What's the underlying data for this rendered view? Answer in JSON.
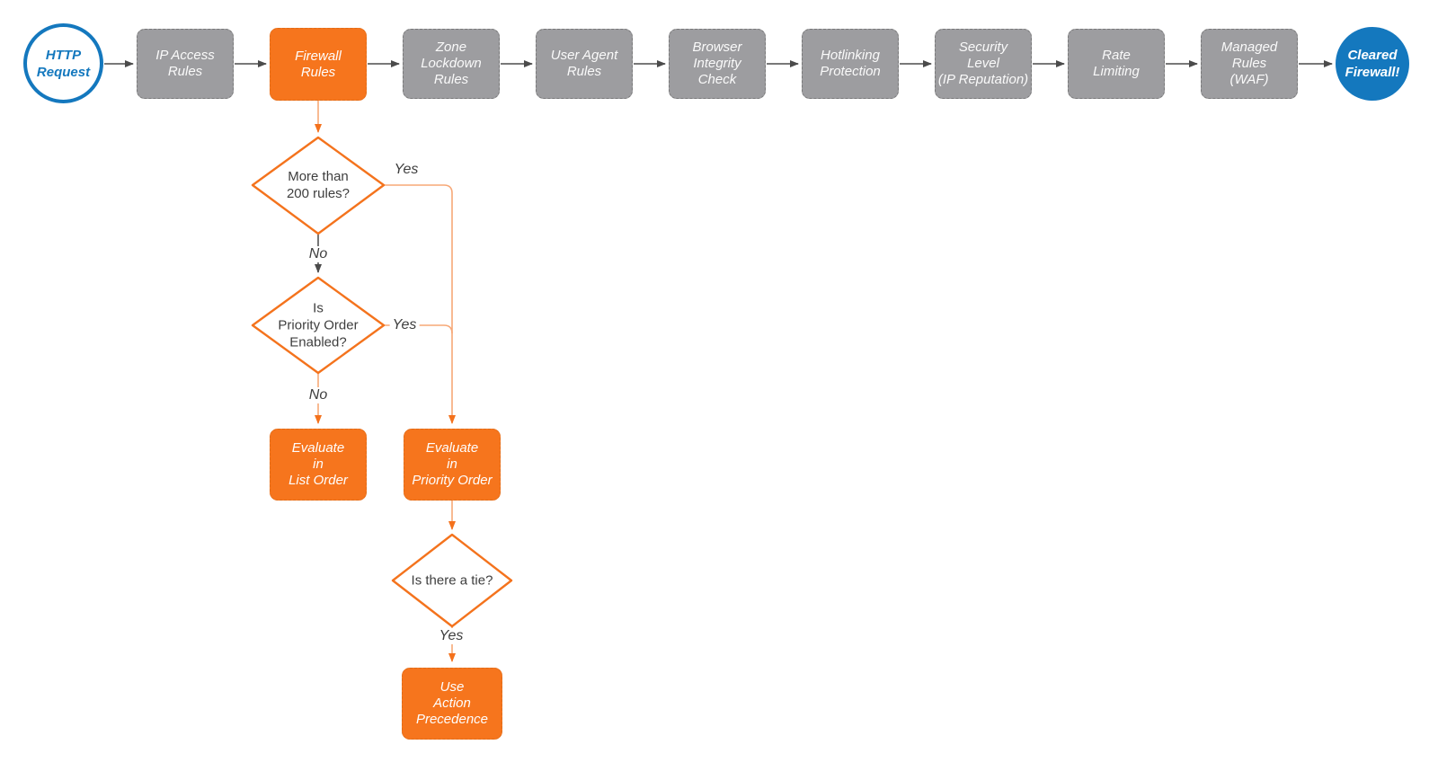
{
  "diagram": {
    "start": {
      "label": "HTTP\nRequest"
    },
    "end": {
      "label": "Cleared\nFirewall!"
    },
    "pipeline": [
      {
        "id": "ip-access-rules",
        "label": "IP Access\nRules",
        "highlighted": false
      },
      {
        "id": "firewall-rules",
        "label": "Firewall\nRules",
        "highlighted": true
      },
      {
        "id": "zone-lockdown-rules",
        "label": "Zone\nLockdown\nRules",
        "highlighted": false
      },
      {
        "id": "user-agent-rules",
        "label": "User Agent\nRules",
        "highlighted": false
      },
      {
        "id": "browser-integrity-check",
        "label": "Browser\nIntegrity\nCheck",
        "highlighted": false
      },
      {
        "id": "hotlinking-protection",
        "label": "Hotlinking\nProtection",
        "highlighted": false
      },
      {
        "id": "security-level",
        "label": "Security\nLevel\n(IP Reputation)",
        "highlighted": false
      },
      {
        "id": "rate-limiting",
        "label": "Rate\nLimiting",
        "highlighted": false
      },
      {
        "id": "managed-rules-waf",
        "label": "Managed\nRules\n(WAF)",
        "highlighted": false
      }
    ],
    "decisions": [
      {
        "id": "more-than-200-rules",
        "label": "More than\n200 rules?"
      },
      {
        "id": "priority-order-enabled",
        "label": "Is\nPriority Order\nEnabled?"
      },
      {
        "id": "is-there-a-tie",
        "label": "Is there a tie?"
      }
    ],
    "actions": [
      {
        "id": "evaluate-list-order",
        "label": "Evaluate\nin\nList Order"
      },
      {
        "id": "evaluate-priority-order",
        "label": "Evaluate\nin\nPriority Order"
      },
      {
        "id": "use-action-precedence",
        "label": "Use\nAction\nPrecedence"
      }
    ],
    "edge_labels": {
      "yes1": "Yes",
      "no1": "No",
      "yes2": "Yes",
      "no2": "No",
      "yes3": "Yes"
    },
    "colors": {
      "accent_orange": "#f6751d",
      "diamond_stroke_orange": "#f4731d",
      "connector_orange_line": "#f7a877",
      "connector_orange_arrow": "#f4711c",
      "node_gray": "#9d9da0",
      "connector_gray": "#666666",
      "arrowhead_gray": "#4b4b4b",
      "accent_blue": "#1478be",
      "text_dark": "#3e3e3e",
      "text_light": "#fafafa"
    }
  }
}
